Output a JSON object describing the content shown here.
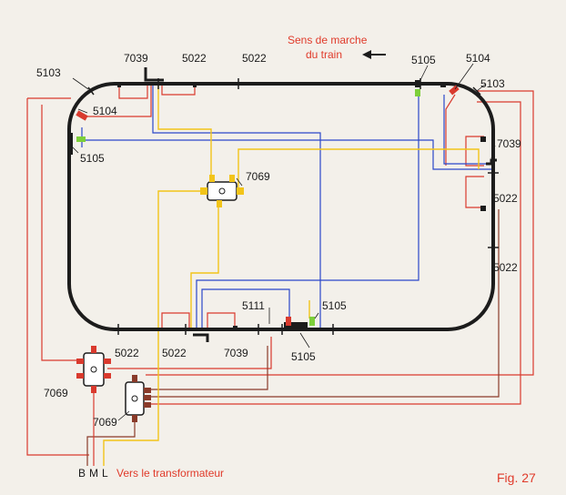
{
  "direction": {
    "line1": "Sens de marche",
    "line2": "du train",
    "arrow_icon": "left-arrow-icon"
  },
  "labels": {
    "l5103_left": "5103",
    "l7039_top": "7039",
    "l5022_top1": "5022",
    "l5022_top2": "5022",
    "l5105_topright": "5105",
    "l5104_topright": "5104",
    "l5103_right": "5103",
    "l5104_left": "5104",
    "l5105_left": "5105",
    "l7039_right": "7039",
    "l5022_right1": "5022",
    "l5022_right2": "5022",
    "l7069_center": "7069",
    "l5111": "5111",
    "l5105_bottom_upper": "5105",
    "l5105_bottom_lower": "5105",
    "l5022_bottom1": "5022",
    "l5022_bottom2": "5022",
    "l7039_bottom": "7039",
    "l7069_left": "7069",
    "l7069_lower": "7069"
  },
  "terminals": {
    "b": "B",
    "m": "M",
    "l": "L"
  },
  "transformer_label": "Vers le transformateur",
  "figure_label": "Fig. 27",
  "colors": {
    "track": "#1c1c1c",
    "wire_red": "#d93a2e",
    "wire_blue": "#2b47c9",
    "wire_yellow": "#f2c419",
    "wire_brown": "#8a3b2a",
    "accent_text": "#e03a2a"
  }
}
